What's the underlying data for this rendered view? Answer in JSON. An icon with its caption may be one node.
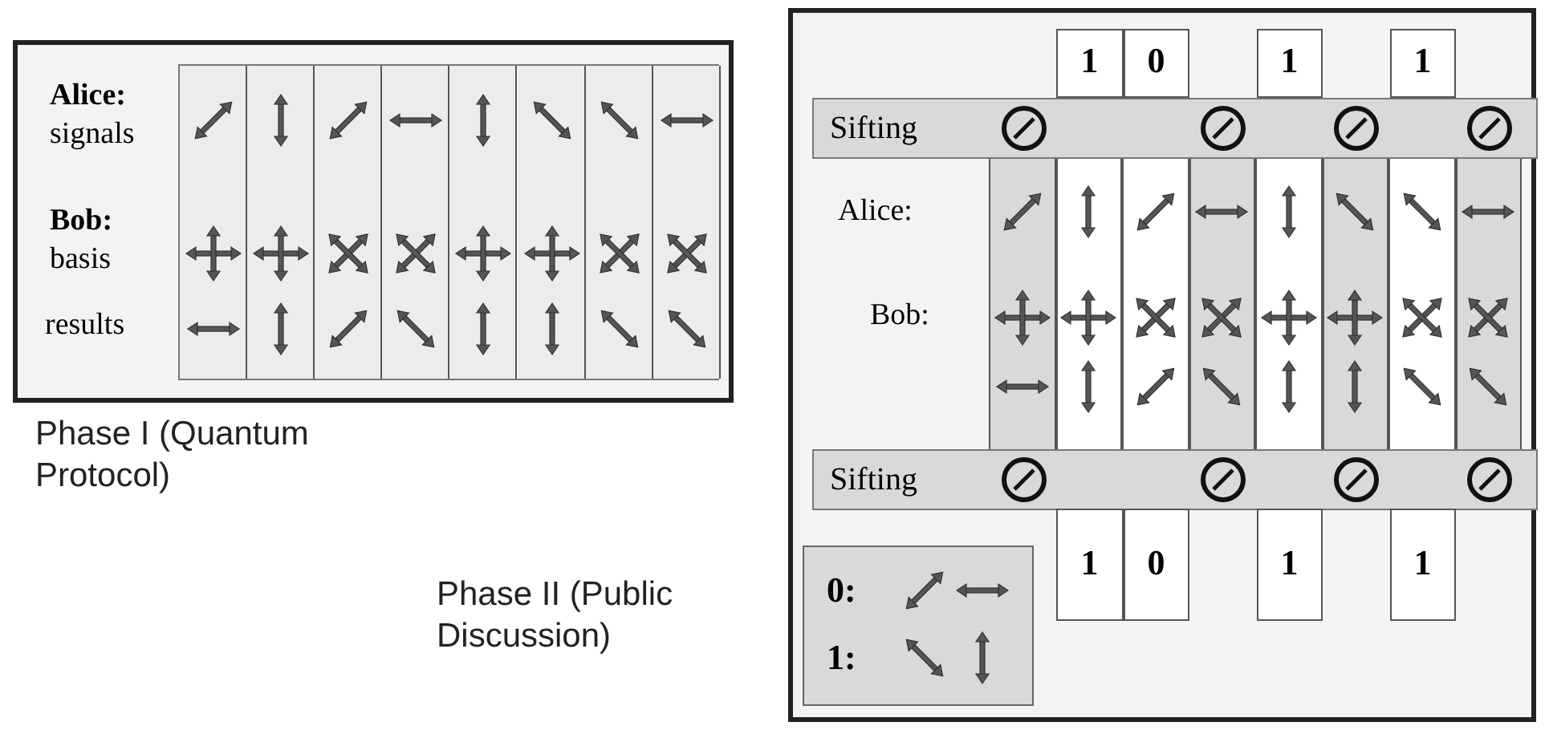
{
  "diagram": {
    "nodes": [
      {
        "text": [
          "Alice:",
          "signals",
          "Bob:",
          "basis",
          "results"
        ],
        "beside": [
          "Phase I (Quantum Protocol)"
        ]
      },
      {
        "text": [
          "Alice:",
          "Bob:"
        ],
        "beside": [
          "Phase II (Public Discussion)"
        ]
      },
      {
        "text": [
          "Sifting"
        ],
        "in": 1
      },
      {
        "text": [
          "1"
        ],
        "in": 1
      },
      {
        "text": [
          "0"
        ],
        "in": 1
      },
      {
        "text": [
          "1"
        ],
        "in": 1
      },
      {
        "text": [
          "1"
        ],
        "in": 1
      },
      {
        "text": [
          "Sifting"
        ],
        "in": 1
      },
      {
        "text": [
          "1"
        ],
        "in": 1
      },
      {
        "text": [
          "0"
        ],
        "in": 1
      },
      {
        "text": [
          "1"
        ],
        "in": 1
      },
      {
        "text": [
          "1"
        ],
        "in": 1
      }
    ],
    "legend": [
      {
        "text": "0:"
      },
      {
        "text": "1:"
      }
    ]
  }
}
